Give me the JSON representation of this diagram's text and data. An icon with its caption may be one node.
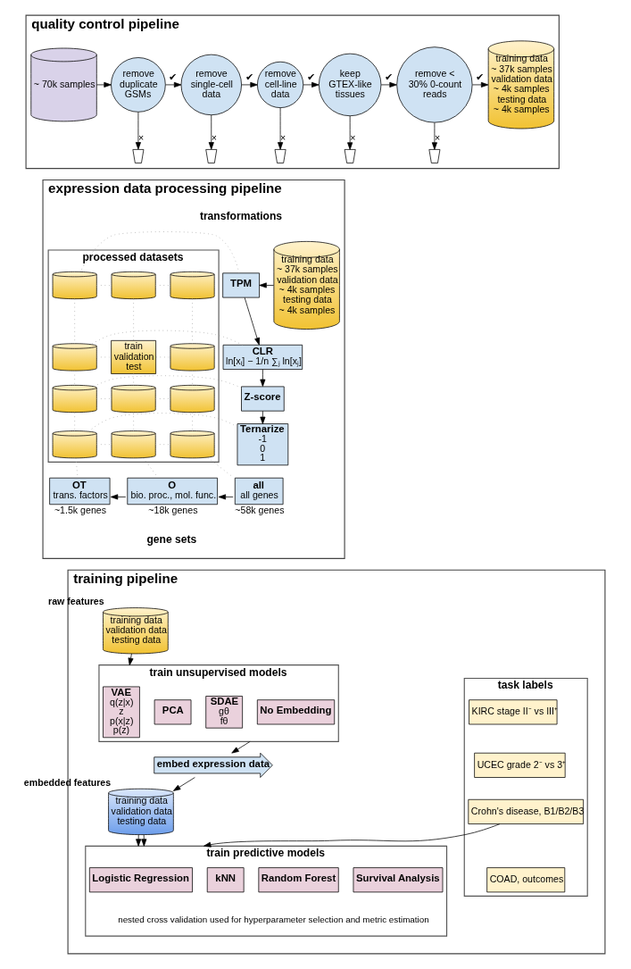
{
  "diagram": {
    "nodes": [
      {
        "text": [
          "quality control pipeline"
        ]
      },
      {
        "text": [
          "~ 70k samples"
        ],
        "in": 0
      },
      {
        "text": [
          "remove duplicate GSMs"
        ],
        "in": 0
      },
      {
        "text": [
          "remove single-cell data"
        ],
        "in": 0
      },
      {
        "text": [
          "remove cell-line data"
        ],
        "in": 0
      },
      {
        "text": [
          "keep GTEX-like tissues"
        ],
        "in": 0
      },
      {
        "text": [
          "remove < 30% 0-count reads"
        ],
        "in": 0
      },
      {
        "text": [],
        "shape": "bin",
        "in": 0
      },
      {
        "text": [],
        "shape": "bin",
        "in": 0
      },
      {
        "text": [],
        "shape": "bin",
        "in": 0
      },
      {
        "text": [],
        "shape": "bin",
        "in": 0
      },
      {
        "text": [],
        "shape": "bin",
        "in": 0
      },
      {
        "text": [
          "training data",
          "~ 37k samples",
          "validation data",
          "~ 4k samples",
          "testing data",
          "~ 4k samples"
        ],
        "in": 0
      },
      {
        "text": [
          "expression data processing pipeline"
        ]
      },
      {
        "text": [
          "training data",
          "~ 37k samples",
          "validation data",
          "~ 4k samples",
          "testing data",
          "~ 4k samples"
        ],
        "in": 13
      },
      {
        "text": [
          "TPM"
        ],
        "in": 13
      },
      {
        "text": [
          "CLR",
          "ln[xᵢ] − 1/n ∑ⱼ ln[xⱼ]"
        ],
        "in": 13
      },
      {
        "text": [
          "Z-score"
        ],
        "in": 13
      },
      {
        "text": [
          "Ternarize",
          "-1",
          "0",
          "1"
        ],
        "in": 13
      },
      {
        "text": [
          "processed datasets"
        ],
        "in": 13
      },
      {
        "text": [],
        "shape": "cylinder",
        "in": 19
      },
      {
        "text": [],
        "shape": "cylinder",
        "in": 19
      },
      {
        "text": [],
        "shape": "cylinder",
        "in": 19
      },
      {
        "text": [],
        "shape": "cylinder",
        "in": 19
      },
      {
        "text": [
          "train",
          "validation",
          "test"
        ],
        "in": 19
      },
      {
        "text": [],
        "shape": "cylinder",
        "in": 19
      },
      {
        "text": [],
        "shape": "cylinder",
        "in": 19
      },
      {
        "text": [],
        "shape": "cylinder",
        "in": 19
      },
      {
        "text": [],
        "shape": "cylinder",
        "in": 19
      },
      {
        "text": [],
        "shape": "cylinder",
        "in": 19
      },
      {
        "text": [],
        "shape": "cylinder",
        "in": 19
      },
      {
        "text": [],
        "shape": "cylinder",
        "in": 19
      },
      {
        "text": [
          "OT",
          "trans. factors"
        ],
        "beside": [
          "~1.5k genes"
        ],
        "in": 13
      },
      {
        "text": [
          "O",
          "bio. proc., mol. func."
        ],
        "beside": [
          "~18k genes"
        ],
        "in": 13
      },
      {
        "text": [
          "all",
          "all genes"
        ],
        "beside": [
          "~58k genes"
        ],
        "in": 13
      },
      {
        "text": [
          "training pipeline"
        ]
      },
      {
        "text": [
          "training data",
          "validation data",
          "testing data"
        ],
        "beside": [
          "raw features"
        ],
        "in": 35
      },
      {
        "text": [
          "train unsupervised models"
        ],
        "in": 35
      },
      {
        "text": [
          "VAE",
          "q(z|x)",
          "z",
          "p(x|z)",
          "p(z)"
        ],
        "in": 37
      },
      {
        "text": [
          "PCA"
        ],
        "in": 37
      },
      {
        "text": [
          "SDAE",
          "gθ",
          "fθ"
        ],
        "in": 37
      },
      {
        "text": [
          "No Embedding"
        ],
        "in": 37
      },
      {
        "text": [
          "embed expression data"
        ],
        "in": 35
      },
      {
        "text": [
          "task labels"
        ],
        "in": 35
      },
      {
        "text": [
          "KIRC stage II⁻ vs III⁺"
        ],
        "in": 43
      },
      {
        "text": [
          "UCEC grade 2⁻ vs 3⁺"
        ],
        "in": 43
      },
      {
        "text": [
          "Crohn's disease, B1/B2/B3"
        ],
        "in": 43
      },
      {
        "text": [
          "COAD, outcomes"
        ],
        "in": 43
      },
      {
        "text": [
          "training data",
          "validation data",
          "testing data"
        ],
        "beside": [
          "embedded features"
        ],
        "in": 35
      },
      {
        "text": [
          "train predictive models"
        ],
        "in": 35
      },
      {
        "text": [
          "Logistic Regression"
        ],
        "in": 49
      },
      {
        "text": [
          "kNN"
        ],
        "in": 49
      },
      {
        "text": [
          "Random Forest"
        ],
        "in": 49
      },
      {
        "text": [
          "Survival Analysis"
        ],
        "in": 49
      }
    ],
    "edges": [
      {
        "from": 1,
        "to": 2,
        "arrow": "to",
        "color": "#000000"
      },
      {
        "from": 2,
        "to": 3,
        "arrow": "to",
        "label": "✔",
        "color": "#000000"
      },
      {
        "from": 3,
        "to": 4,
        "arrow": "to",
        "label": "✔",
        "color": "#000000"
      },
      {
        "from": 4,
        "to": 5,
        "arrow": "to",
        "label": "✔",
        "color": "#000000"
      },
      {
        "from": 5,
        "to": 6,
        "arrow": "to",
        "label": "✔",
        "color": "#000000"
      },
      {
        "from": 6,
        "to": 12,
        "arrow": "to",
        "label": "✔",
        "color": "#000000"
      },
      {
        "from": 2,
        "to": 7,
        "arrow": "to",
        "label": "×",
        "color": "#000000"
      },
      {
        "from": 3,
        "to": 8,
        "arrow": "to",
        "label": "×",
        "color": "#000000"
      },
      {
        "from": 4,
        "to": 9,
        "arrow": "to",
        "label": "×",
        "color": "#000000"
      },
      {
        "from": 5,
        "to": 10,
        "arrow": "to",
        "label": "×",
        "color": "#000000"
      },
      {
        "from": 6,
        "to": 11,
        "arrow": "to",
        "label": "×",
        "color": "#000000"
      },
      {
        "from": 14,
        "to": 15,
        "arrow": "to",
        "color": "#000000"
      },
      {
        "from": 15,
        "to": 16,
        "arrow": "to",
        "color": "#000000"
      },
      {
        "from": 16,
        "to": 17,
        "arrow": "to",
        "color": "#000000"
      },
      {
        "from": 17,
        "to": 18,
        "arrow": "to",
        "color": "#000000"
      },
      {
        "from": 15,
        "to": 20,
        "arrow": "none",
        "style": "dashed",
        "color": "#999999"
      },
      {
        "from": 20,
        "to": 21,
        "arrow": "none",
        "style": "dashed",
        "color": "#999999"
      },
      {
        "from": 21,
        "to": 22,
        "arrow": "none",
        "style": "dashed",
        "color": "#999999"
      },
      {
        "from": 16,
        "to": 23,
        "arrow": "none",
        "style": "dashed",
        "color": "#999999"
      },
      {
        "from": 23,
        "to": 24,
        "arrow": "none",
        "style": "dashed",
        "color": "#999999"
      },
      {
        "from": 24,
        "to": 25,
        "arrow": "none",
        "style": "dashed",
        "color": "#999999"
      },
      {
        "from": 17,
        "to": 26,
        "arrow": "none",
        "style": "dashed",
        "color": "#999999"
      },
      {
        "from": 26,
        "to": 27,
        "arrow": "none",
        "style": "dashed",
        "color": "#999999"
      },
      {
        "from": 27,
        "to": 28,
        "arrow": "none",
        "style": "dashed",
        "color": "#999999"
      },
      {
        "from": 18,
        "to": 29,
        "arrow": "none",
        "style": "dashed",
        "color": "#999999"
      },
      {
        "from": 29,
        "to": 30,
        "arrow": "none",
        "style": "dashed",
        "color": "#999999"
      },
      {
        "from": 30,
        "to": 31,
        "arrow": "none",
        "style": "dashed",
        "color": "#999999"
      },
      {
        "from": 20,
        "to": 23,
        "arrow": "none",
        "style": "dashed",
        "color": "#999999"
      },
      {
        "from": 23,
        "to": 26,
        "arrow": "none",
        "style": "dashed",
        "color": "#999999"
      },
      {
        "from": 26,
        "to": 29,
        "arrow": "none",
        "style": "dashed",
        "color": "#999999"
      },
      {
        "from": 29,
        "to": 32,
        "arrow": "none",
        "style": "dashed",
        "color": "#999999"
      },
      {
        "from": 21,
        "to": 24,
        "arrow": "none",
        "style": "dashed",
        "color": "#999999"
      },
      {
        "from": 24,
        "to": 27,
        "arrow": "none",
        "style": "dashed",
        "color": "#999999"
      },
      {
        "from": 27,
        "to": 30,
        "arrow": "none",
        "style": "dashed",
        "color": "#999999"
      },
      {
        "from": 30,
        "to": 33,
        "arrow": "none",
        "style": "dashed",
        "color": "#999999"
      },
      {
        "from": 22,
        "to": 25,
        "arrow": "none",
        "style": "dashed",
        "color": "#999999"
      },
      {
        "from": 25,
        "to": 28,
        "arrow": "none",
        "style": "dashed",
        "color": "#999999"
      },
      {
        "from": 28,
        "to": 31,
        "arrow": "none",
        "style": "dashed",
        "color": "#999999"
      },
      {
        "from": 31,
        "to": 34,
        "arrow": "none",
        "style": "dashed",
        "color": "#999999"
      },
      {
        "from": 34,
        "to": 33,
        "arrow": "to",
        "color": "#000000"
      },
      {
        "from": 33,
        "to": 32,
        "arrow": "to",
        "color": "#000000"
      },
      {
        "from": 36,
        "to": 37,
        "arrow": "to",
        "color": "#000000"
      },
      {
        "from": 37,
        "to": 42,
        "arrow": "to",
        "color": "#000000"
      },
      {
        "from": 42,
        "to": 48,
        "arrow": "to",
        "color": "#000000"
      },
      {
        "from": 46,
        "to": 49,
        "arrow": "to",
        "color": "#000000"
      },
      {
        "from": 48,
        "to": 49,
        "arrow": "to",
        "color": "#000000"
      },
      {
        "from": 48,
        "to": 49,
        "arrow": "to",
        "color": "#000000"
      }
    ],
    "labels": [
      "transformations",
      "gene sets",
      "nested cross validation used for hyperparameter selection and metric estimation"
    ]
  }
}
